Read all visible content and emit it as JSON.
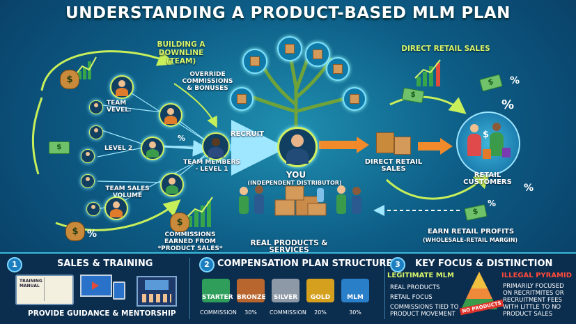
{
  "title": "UNDERSTANDING A PRODUCT-BASED MLM PLAN",
  "left": {
    "building": "BUILDING A DOWNLINE (TEAM)",
    "override": "OVERRIDE COMMISSIONS & BONUSES",
    "team_level": "TEAM VEVEL:",
    "level2": "LEVEL 2",
    "team_sales_volume": "TEAM SALES VOLUME",
    "team_members": "TEAM MEMBERS - LEVEL 1",
    "commissions": "COMMISSIONS EARNED FROM *PRODUCT SALES*"
  },
  "center": {
    "recruit": "RECRUIT",
    "you": "YOU",
    "you_sub": "(INDEPENDENT DISTRIBUTOR)",
    "products": "REAL PRODUCTS & SERVICES"
  },
  "right": {
    "direct_retail_sales_top": "DIRECT RETAIL SALES",
    "direct_retail_sales": "DIRECT RETAIL SALES",
    "retail_customers": "RETAIL CUSTOMERS",
    "earn_profits": "EARN RETAIL PROFITS",
    "earn_profits_sub": "(WHOLESALE-RETAIL MARGIN)",
    "percent": "%"
  },
  "sections": {
    "s1": {
      "num": "1",
      "title": "SALES & TRAINING",
      "book_label": "TRAINING MANUAL",
      "footer": "PROVIDE GUIDANCE & MENTORSHIP"
    },
    "s2": {
      "num": "2",
      "title": "COMPENSATION PLAN STRUCTURE",
      "badges": [
        {
          "name": "STARTER",
          "caption": "COMMISSION",
          "color": "#2e9e5a"
        },
        {
          "name": "BRONZE",
          "caption": "30%",
          "color": "#b9652e"
        },
        {
          "name": "SILVER",
          "caption": "COMMISSION",
          "color": "#8d99a6"
        },
        {
          "name": "GOLD",
          "caption": "20%",
          "color": "#d4a01e"
        },
        {
          "name": "MLM",
          "caption": "30%",
          "color": "#2a7fc9"
        }
      ]
    },
    "s3": {
      "num": "3",
      "title": "KEY FOCUS & DISTINCTION",
      "legit_title": "LEGITIMATE MLM",
      "legit_items": [
        "REAL PRODUCTS",
        "RETAIL FOCUS",
        "COMMISSIONS TIED TO PRODUCT MOVEMENT"
      ],
      "no_products": "NO PRODUCTS",
      "illegal_title": "ILLEGAL PYRAMID",
      "illegal_text": "PRIMARILY FOCUSED ON RECRITMITES OR RECRUITMENT FEES WITH LITTLE TO NO PRODUCT SALES"
    }
  },
  "colors": {
    "accent": "#d8f56a",
    "illegal": "#ff4a3a",
    "legit": "#d8f56a"
  }
}
